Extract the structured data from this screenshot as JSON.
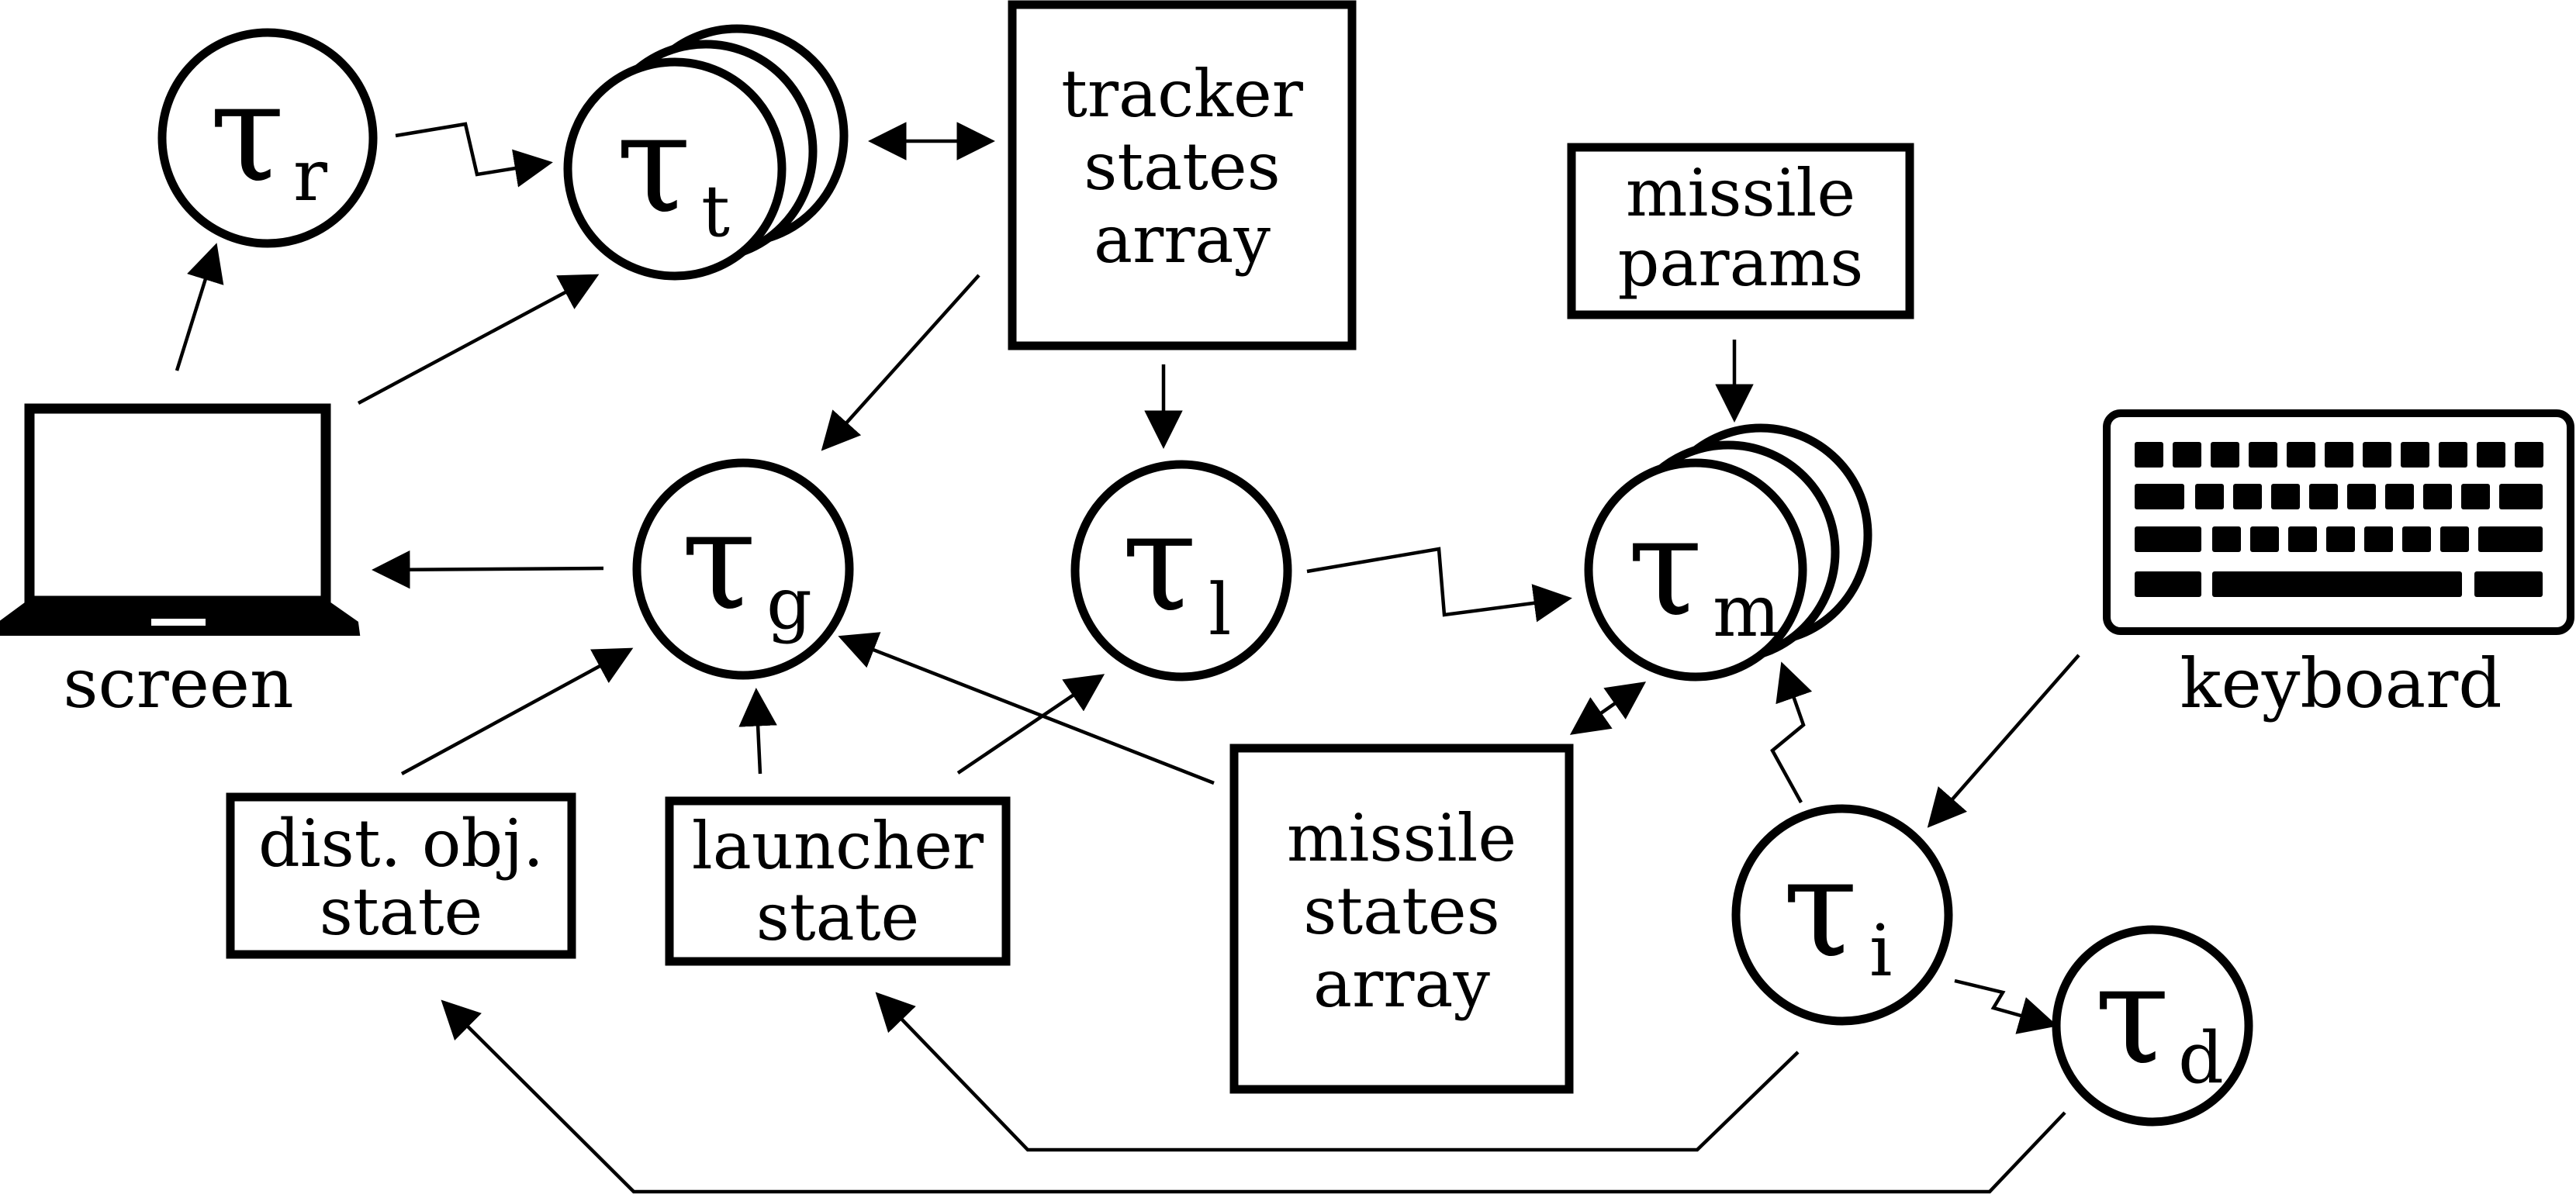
{
  "tasks": {
    "r": {
      "symbol": "τ",
      "sub": "r"
    },
    "t": {
      "symbol": "τ",
      "sub": "t"
    },
    "g": {
      "symbol": "τ",
      "sub": "g"
    },
    "l": {
      "symbol": "τ",
      "sub": "l"
    },
    "m": {
      "symbol": "τ",
      "sub": "m"
    },
    "i": {
      "symbol": "τ",
      "sub": "i"
    },
    "d": {
      "symbol": "τ",
      "sub": "d"
    }
  },
  "boxes": {
    "tracker_states": [
      "tracker",
      "states",
      "array"
    ],
    "missile_params": [
      "missile",
      "params"
    ],
    "dist_obj_state": [
      "dist. obj.",
      "state"
    ],
    "launcher_state": [
      "launcher",
      "state"
    ],
    "missile_states": [
      "missile",
      "states",
      "array"
    ]
  },
  "devices": {
    "screen": "screen",
    "keyboard": "keyboard"
  }
}
